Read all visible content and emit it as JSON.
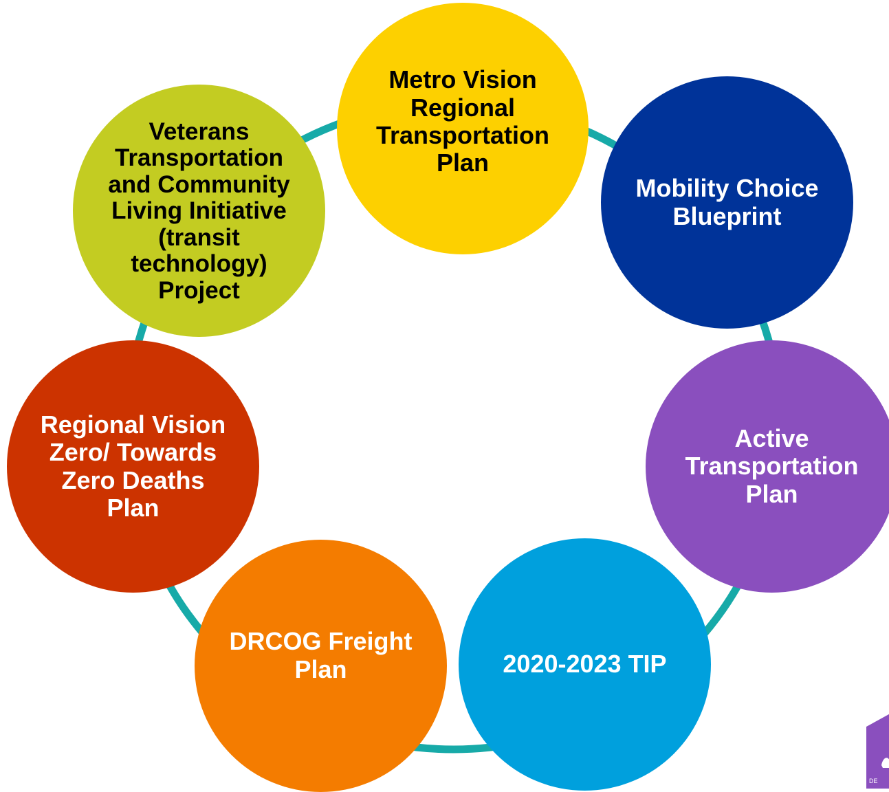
{
  "connector_color": "#17aaa8",
  "nodes": [
    {
      "id": "metro",
      "label": "Metro Vision\nRegional\nTransportation\nPlan",
      "color": "#fdd000",
      "text_color": "#000000"
    },
    {
      "id": "mobility",
      "label": "Mobility Choice\nBlueprint",
      "color": "#003399",
      "text_color": "#ffffff"
    },
    {
      "id": "active",
      "label": "Active\nTransportation\nPlan",
      "color": "#8a4fbe",
      "text_color": "#ffffff"
    },
    {
      "id": "tip",
      "label": "2020-2023 TIP",
      "color": "#00a0dd",
      "text_color": "#ffffff"
    },
    {
      "id": "freight",
      "label": "DRCOG Freight\nPlan",
      "color": "#f47c00",
      "text_color": "#ffffff"
    },
    {
      "id": "vision",
      "label": "Regional Vision\nZero/ Towards\nZero Deaths\nPlan",
      "color": "#cc3300",
      "text_color": "#ffffff"
    },
    {
      "id": "veterans",
      "label": "Veterans\nTransportation\nand Community\nLiving Initiative\n(transit\ntechnology)\nProject",
      "color": "#c3cc22",
      "text_color": "#000000"
    }
  ],
  "logo": {
    "color": "#8a4fbe",
    "icon": "drcog-logo-icon",
    "text": "DE"
  }
}
